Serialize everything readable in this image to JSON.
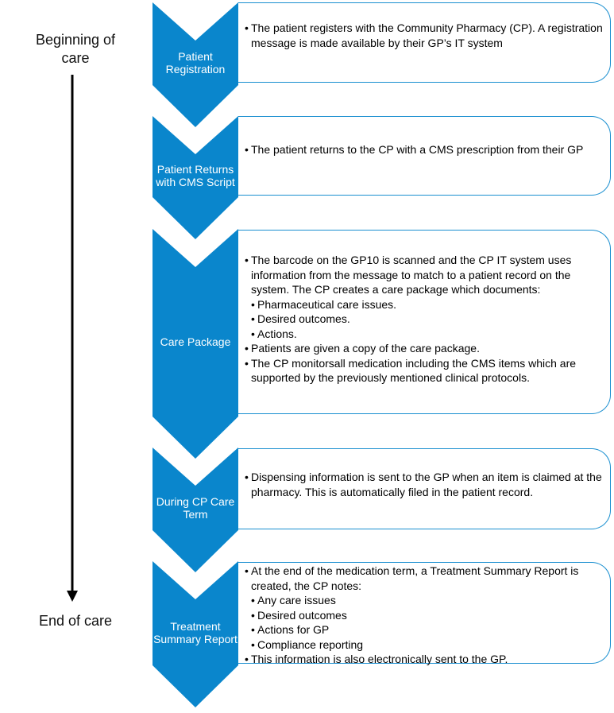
{
  "timeline": {
    "start_label": "Beginning of care",
    "end_label": "End of care"
  },
  "colors": {
    "chevron": "#0a86cc",
    "card_border": "#1a8fd0"
  },
  "steps": [
    {
      "label": "Patient Registration",
      "items": [
        {
          "text": "The patient registers with the Community Pharmacy (CP). A registration message is made available by their GP’s IT system",
          "level": 0
        }
      ]
    },
    {
      "label": "Patient Returns with CMS Script",
      "items": [
        {
          "text": "The patient returns to the CP with a CMS prescription from their GP",
          "level": 0
        }
      ]
    },
    {
      "label": "Care Package",
      "items": [
        {
          "text": "The barcode on the GP10 is scanned and the CP IT system uses information from the message to match to a patient record on the system. The CP creates a care package which documents:",
          "level": 0
        },
        {
          "text": "Pharmaceutical care issues.",
          "level": 1
        },
        {
          "text": "Desired outcomes.",
          "level": 1
        },
        {
          "text": "Actions.",
          "level": 1
        },
        {
          "text": "Patients are given a copy of the care package.",
          "level": 0
        },
        {
          "text": "The CP monitorsall medication including the CMS items which are supported by the previously mentioned clinical protocols.",
          "level": 0
        }
      ]
    },
    {
      "label": "During CP Care Term",
      "items": [
        {
          "text": "Dispensing information is sent to the GP when an item is claimed at the pharmacy. This is automatically filed in the patient record.",
          "level": 0
        }
      ]
    },
    {
      "label": "Treatment Summary Report",
      "items": [
        {
          "text": "At the end of the medication term, a Treatment Summary Report is created, the CP notes:",
          "level": 0
        },
        {
          "text": "Any care issues",
          "level": 1
        },
        {
          "text": "Desired outcomes",
          "level": 1
        },
        {
          "text": "Actions for GP",
          "level": 1
        },
        {
          "text": "Compliance reporting",
          "level": 1
        },
        {
          "text": "This information is also electronically sent to the GP.",
          "level": 0
        }
      ]
    }
  ]
}
